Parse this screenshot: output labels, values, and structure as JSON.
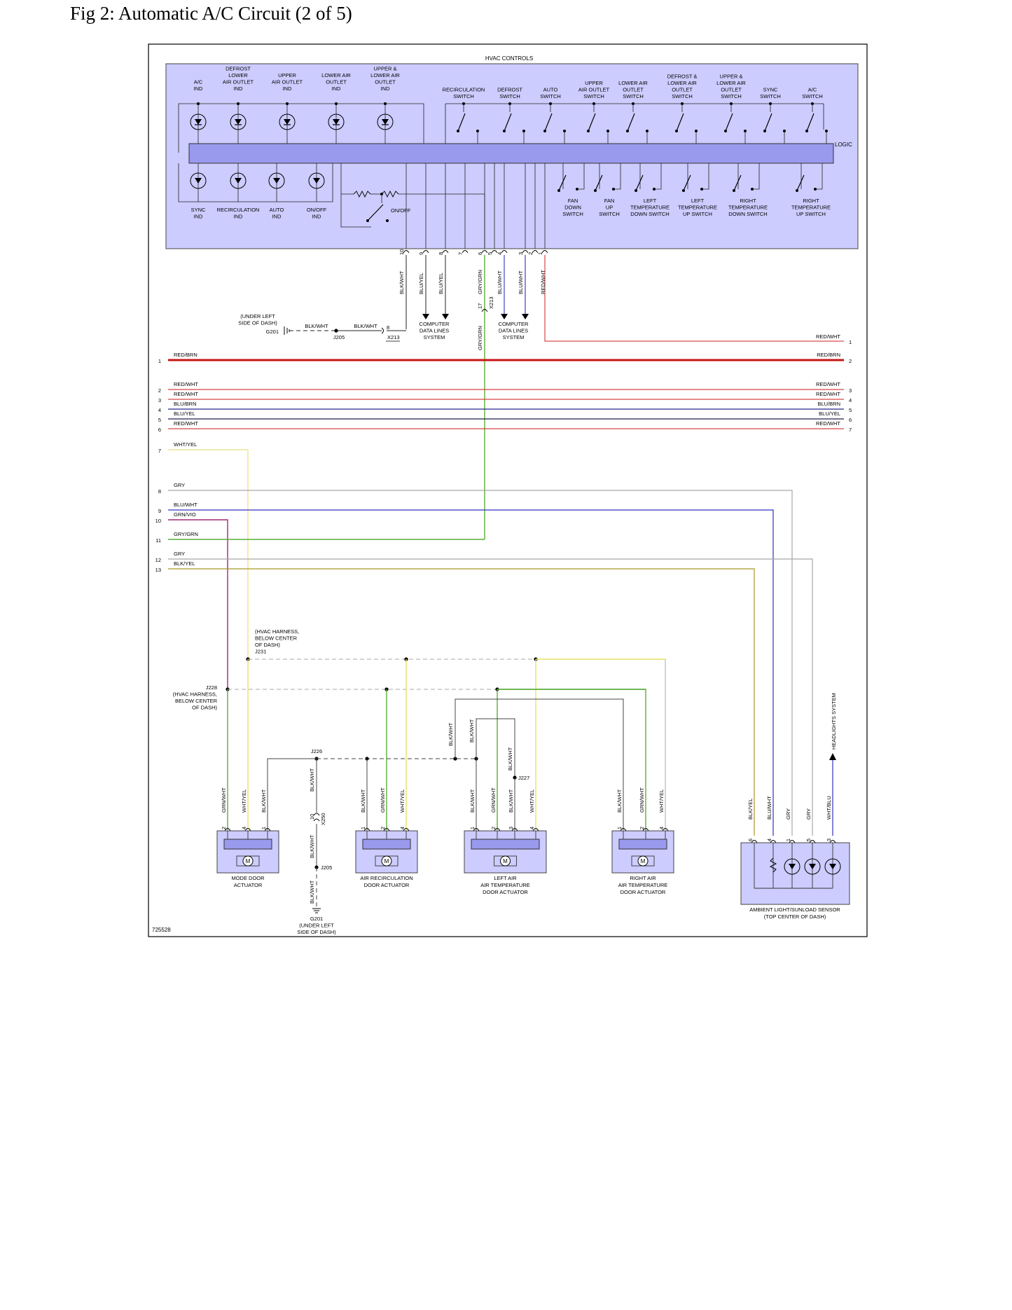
{
  "page": {
    "title": "Fig 2: Automatic A/C Circuit (2 of 5)"
  },
  "diagram": {
    "module": {
      "name": "HVAC CONTROLS",
      "logic_label": "LOGIC"
    },
    "top_indicators": [
      [
        "A/C",
        "IND"
      ],
      [
        "DEFROST",
        "LOWER",
        "AIR OUTLET",
        "IND"
      ],
      [
        "UPPER",
        "AIR OUTLET",
        "IND"
      ],
      [
        "LOWER AIR",
        "OUTLET",
        "IND"
      ],
      [
        "UPPER &",
        "LOWER AIR",
        "OUTLET",
        "IND"
      ]
    ],
    "top_switches": [
      [
        "RECIRCULATION",
        "SWITCH"
      ],
      [
        "DEFROST",
        "SWITCH"
      ],
      [
        "AUTO",
        "SWITCH"
      ],
      [
        "UPPER",
        "AIR OUTLET",
        "SWITCH"
      ],
      [
        "LOWER AIR",
        "OUTLET",
        "SWITCH"
      ],
      [
        "DEFROST &",
        "LOWER AIR",
        "OUTLET",
        "SWITCH"
      ],
      [
        "UPPER &",
        "LOWER AIR",
        "OUTLET",
        "SWITCH"
      ],
      [
        "SYNC",
        "SWITCH"
      ],
      [
        "A/C",
        "SWITCH"
      ]
    ],
    "bottom_indicators": [
      [
        "SYNC",
        "IND"
      ],
      [
        "RECIRCULATION",
        "IND"
      ],
      [
        "AUTO",
        "IND"
      ],
      [
        "ON/OFF",
        "IND"
      ]
    ],
    "onoff_switch": "ON/OFF",
    "bottom_switches": [
      [
        "FAN",
        "DOWN",
        "SWITCH"
      ],
      [
        "FAN",
        "UP",
        "SWITCH"
      ],
      [
        "LEFT",
        "TEMPERATURE",
        "DOWN SWITCH"
      ],
      [
        "LEFT",
        "TEMPERATURE",
        "UP SWITCH"
      ],
      [
        "RIGHT",
        "TEMPERATURE",
        "DOWN SWITCH"
      ],
      [
        "RIGHT",
        "TEMPERATURE",
        "UP SWITCH"
      ]
    ],
    "connector_pins": [
      {
        "pin": "10",
        "wire": "BLK/WHT",
        "color": "#222222"
      },
      {
        "pin": "9",
        "wire": "BLU/YEL",
        "color": "#222222"
      },
      {
        "pin": "8",
        "wire": "BLU/YEL",
        "color": "#222222"
      },
      {
        "pin": "7",
        "wire": "",
        "color": "#222222"
      },
      {
        "pin": "6",
        "wire": "GRY/GRN",
        "color": "#5aad3a"
      },
      {
        "pin": "5",
        "wire": "",
        "color": "#222222"
      },
      {
        "pin": "4",
        "wire": "BLU/WHT",
        "color": "#1a1ab8"
      },
      {
        "pin": "3",
        "wire": "BLU/WHT",
        "color": "#1a1ab8"
      },
      {
        "pin": "2",
        "wire": "",
        "color": "#222222"
      },
      {
        "pin": "1",
        "wire": "RED/WHT",
        "color": "#cc2222"
      }
    ],
    "ground_g201_top": {
      "loc": [
        "(UNDER LEFT",
        "SIDE OF DASH)"
      ],
      "ground": "G201",
      "wire1": "BLK/WHT",
      "wire2": "BLK/WHT",
      "splice": "J205",
      "pin": "8",
      "connector": "X213"
    },
    "computer_data_lines": [
      "COMPUTER",
      "DATA LINES",
      "SYSTEM"
    ],
    "x213_pin17": {
      "pin": "17",
      "connector": "X213",
      "wire": "GRY/GRN"
    },
    "harness_lines": [
      {
        "num_l": "1",
        "label_l": "RED/BRN",
        "label_r": "RED/BRN",
        "num_r": "2",
        "color": "#c81414"
      },
      {
        "num_l": "2",
        "label_l": "RED/WHT",
        "label_r": "RED/WHT",
        "num_r": "3",
        "color": "#d84444"
      },
      {
        "num_l": "3",
        "label_l": "RED/WHT",
        "label_r": "RED/WHT",
        "num_r": "4",
        "color": "#d84444"
      },
      {
        "num_l": "4",
        "label_l": "BLU/BRN",
        "label_r": "BLU/BRN",
        "num_r": "5",
        "color": "#28288a"
      },
      {
        "num_l": "5",
        "label_l": "BLU/YEL",
        "label_r": "BLU/YEL",
        "num_r": "6",
        "color": "#1f1f50"
      },
      {
        "num_l": "6",
        "label_l": "RED/WHT",
        "label_r": "RED/WHT",
        "num_r": "7",
        "color": "#d84444"
      },
      {
        "num_l": "7",
        "label_l": "WHT/YEL",
        "color": "#e8e080"
      },
      {
        "num_l": "8",
        "label_l": "GRY",
        "color": "#a8a8a8"
      },
      {
        "num_l": "9",
        "label_l": "BLU/WHT",
        "color": "#3030c0"
      },
      {
        "num_l": "10",
        "label_l": "GRN/VIO",
        "color": "#a02878"
      },
      {
        "num_l": "11",
        "label_l": "GRY/GRN",
        "color": "#5aad3a"
      },
      {
        "num_l": "12",
        "label_l": "GRY",
        "color": "#a8a8a8"
      },
      {
        "num_l": "13",
        "label_l": "BLK/YEL",
        "color": "#a89820"
      }
    ],
    "red_wht_top": {
      "label": "RED/WHT",
      "num": "1"
    },
    "splices": {
      "j231": [
        "(HVAC HARNESS,",
        "BELOW CENTER",
        "OF DASH)",
        "J231"
      ],
      "j228": [
        "J228",
        "(HVAC HARNESS,",
        "BELOW CENTER",
        "OF DASH)"
      ],
      "j226": "J226",
      "j227": "J227",
      "j205": "J205",
      "x250": "X250",
      "x250_pin": "10"
    },
    "ground_bottom": [
      "G201",
      "(UNDER LEFT",
      "SIDE OF DASH)"
    ],
    "actuators": [
      {
        "name": [
          "MODE DOOR",
          "ACTUATOR"
        ],
        "wires": [
          "GRN/WHT",
          "WHT/YEL",
          "BLK/WHT"
        ],
        "pins": [
          "2",
          "4",
          "1"
        ]
      },
      {
        "name": [
          "AIR RECIRCULATION",
          "DOOR ACTUATOR"
        ],
        "wires": [
          "BLK/WHT",
          "GRN/WHT",
          "WHT/YEL"
        ],
        "pins": [
          "1",
          "2",
          "4"
        ]
      },
      {
        "name": [
          "LEFT AIR",
          "AIR TEMPERATURE",
          "DOOR ACTUATOR"
        ],
        "wires": [
          "BLK/WHT",
          "GRN/WHT",
          "BLK/WHT",
          "WHT/YEL"
        ],
        "pins": [
          "1",
          "2",
          "3",
          "4"
        ]
      },
      {
        "name": [
          "RIGHT AIR",
          "AIR TEMPERATURE",
          "DOOR ACTUATOR"
        ],
        "wires": [
          "BLK/WHT",
          "GRN/WHT",
          "WHT/YEL"
        ],
        "pins": [
          "1",
          "2",
          "4"
        ]
      }
    ],
    "mid_wires": [
      "BLK/WHT",
      "BLK/WHT",
      "BLK/WHT"
    ],
    "blk_wht_x250": [
      "BLK/WHT",
      "BLK/WHT",
      "BLK/WHT"
    ],
    "sensor": {
      "name": [
        "AMBIENT LIGHT/SUNLOAD SENSOR",
        "(TOP CENTER OF DASH)"
      ],
      "wires": [
        "BLK/YEL",
        "BLU/WHT",
        "GRY",
        "GRY",
        "WHT/BLU"
      ],
      "pins": [
        "6",
        "4",
        "1",
        "5",
        "3"
      ]
    },
    "headlights": "HEADLIGHTS SYSTEM",
    "figure_id": "725528"
  }
}
